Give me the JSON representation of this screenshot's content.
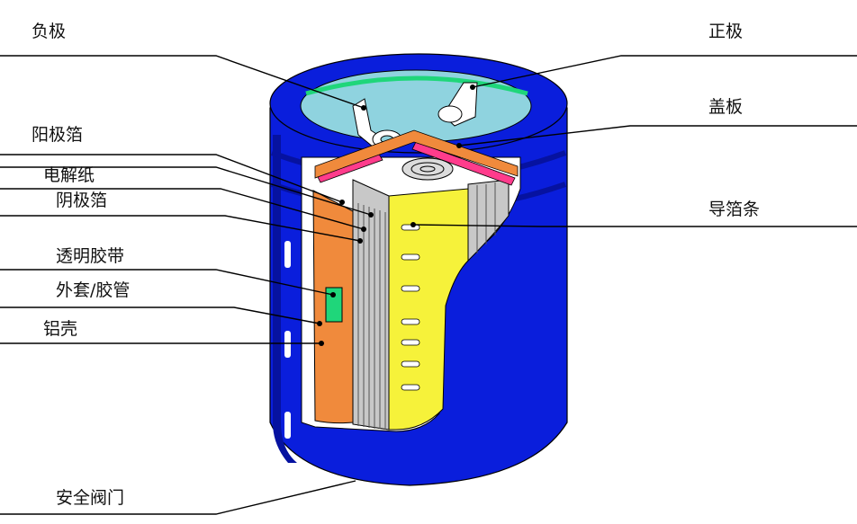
{
  "labels": {
    "negative_terminal": "负极",
    "positive_terminal": "正极",
    "cover_plate": "盖板",
    "anode_foil": "阳极箔",
    "electrolytic_paper": "电解纸",
    "cathode_foil": "阴极箔",
    "transparent_tape": "透明胶带",
    "sleeve_tube": "外套/胶管",
    "aluminum_case": "铝壳",
    "lead_strip": "导箔条",
    "safety_vent": "安全阀门"
  },
  "colors": {
    "case_blue": "#0a1edc",
    "case_dark": "#0612a0",
    "top_light": "#8fd3df",
    "winding_gray": "#c8c8c8",
    "sleeve_orange": "#f08a3c",
    "tape_green": "#1fd67a",
    "lead_yellow": "#f6f23a",
    "seal_pink": "#ff3c8c",
    "lead_line": "#000000"
  }
}
